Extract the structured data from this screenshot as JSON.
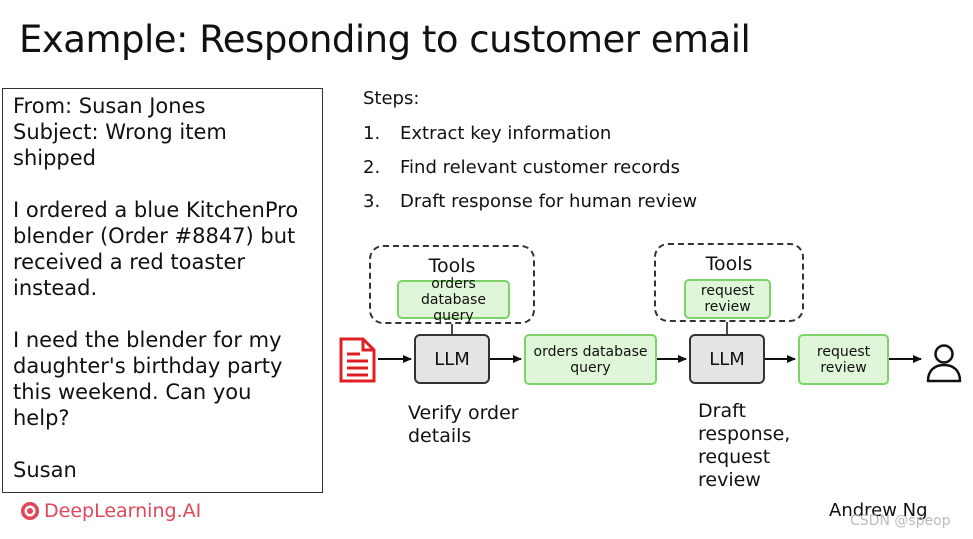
{
  "title": "Example: Responding to customer email",
  "email": {
    "from": "From: Susan Jones",
    "subject_line1": "Subject: Wrong item",
    "subject_line2": "shipped",
    "body1_lines": [
      "I ordered a blue KitchenPro",
      "blender (Order #8847) but",
      "received a red toaster",
      "instead."
    ],
    "body2_lines": [
      "I need the blender for my",
      "daughter's birthday party",
      "this weekend. Can you",
      "help?"
    ],
    "signature": "Susan"
  },
  "steps": {
    "label": "Steps:",
    "items": [
      {
        "num": "1.",
        "text": "Extract key information"
      },
      {
        "num": "2.",
        "text": "Find relevant customer records"
      },
      {
        "num": "3.",
        "text": "Draft response for human review"
      }
    ]
  },
  "diagram": {
    "tools1_label": "Tools",
    "tools1_item": "orders database query",
    "tools2_label": "Tools",
    "tools2_item": "request review",
    "llm1": "LLM",
    "llm2": "LLM",
    "node_orders": "orders database query",
    "node_review": "request review",
    "caption1_lines": [
      "Verify order",
      "details"
    ],
    "caption2_lines": [
      "Draft",
      "response,",
      "request",
      "review"
    ],
    "colors": {
      "tool_fill": "#dff6d8",
      "tool_border": "#7dd36a",
      "llm_fill": "#e4e4e4",
      "doc_icon": "#e02020"
    }
  },
  "footer": {
    "logo": "DeepLearning.AI",
    "author": "Andrew Ng",
    "watermark": "CSDN @speop"
  }
}
